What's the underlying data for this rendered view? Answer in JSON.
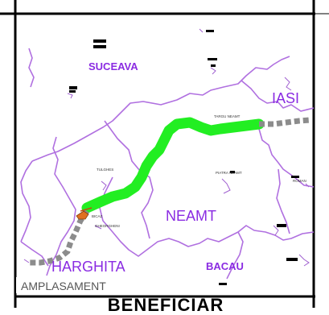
{
  "map": {
    "regions": [
      {
        "id": "suceava",
        "label": "SUCEAVA"
      },
      {
        "id": "iasi",
        "label": "IASI"
      },
      {
        "id": "neamt",
        "label": "NEAMT"
      },
      {
        "id": "harghita",
        "label": "HARGHITA"
      },
      {
        "id": "bacau",
        "label": "BACAU"
      }
    ],
    "amplasament_label": "AMPLASAMENT",
    "town_label_targu": "TARGU NEAMT",
    "town_label_tulghes": "TULGHES",
    "town_label_bicaz": "BICAZ",
    "town_label_gheorgheni": "GHEORGHENI",
    "town_label_piatra": "PIATRA NEAMT",
    "town_label_roman": "ROMAN",
    "colors": {
      "border": "#b070e0",
      "label": "#8a2be2",
      "route": "#22ee22",
      "connector": "#8c8c8c"
    }
  },
  "footer": {
    "title": "BENEFICIAR"
  }
}
